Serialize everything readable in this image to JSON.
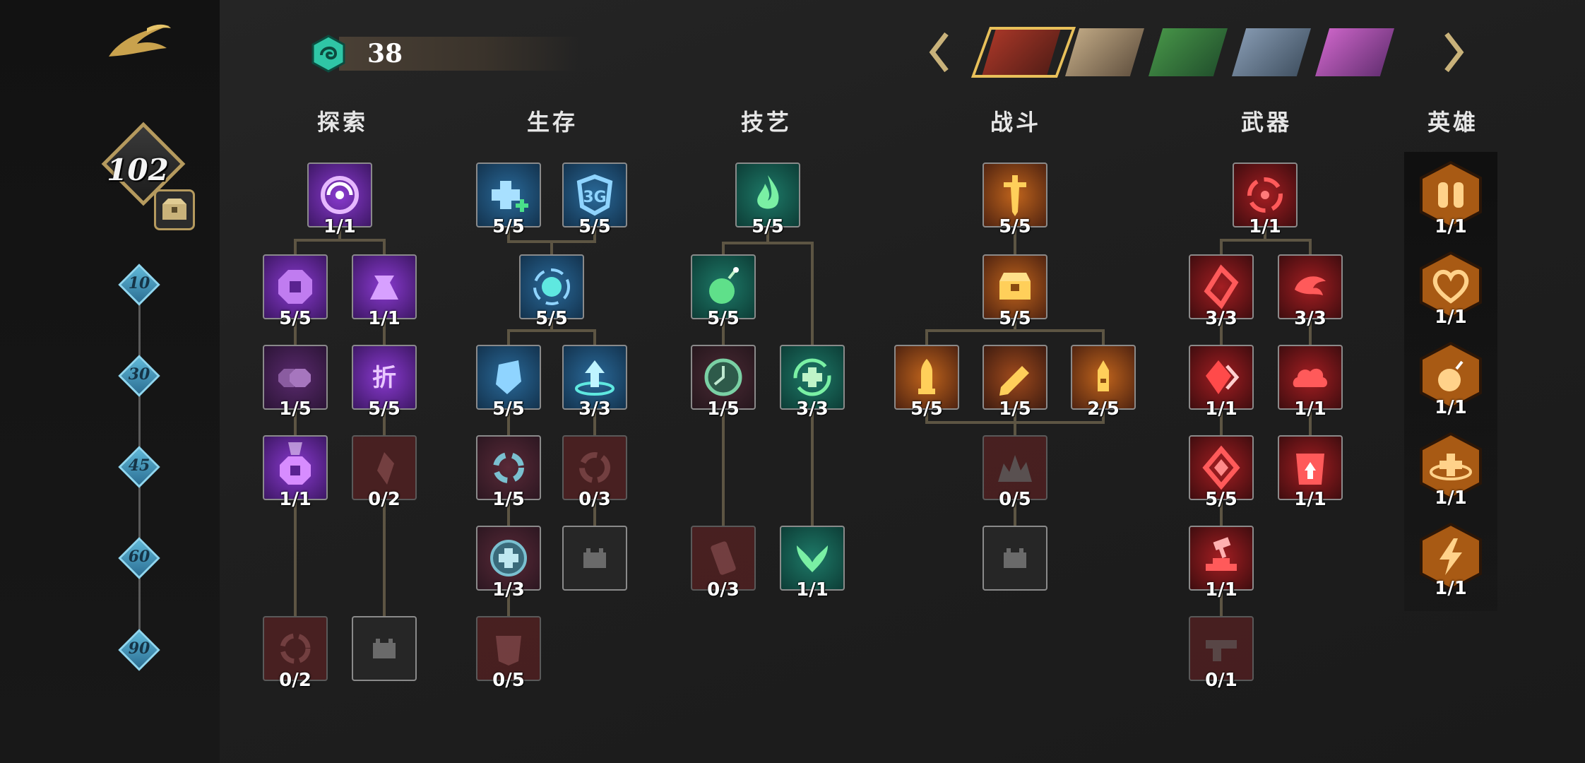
{
  "level": "102",
  "currency": "38",
  "milestones": [
    "10",
    "30",
    "45",
    "60",
    "90"
  ],
  "categories": [
    "探索",
    "生存",
    "技艺",
    "战斗",
    "武器",
    "英雄"
  ],
  "colors": {
    "purple": "#6a2b9e",
    "blue": "#1f4f74",
    "teal": "#1a5a52",
    "orange": "#a0521a",
    "red": "#8e1a1e",
    "dim_red": "#5e2324",
    "locked": "#2a2a2a",
    "gold": "#e8c05a",
    "milestone": "#5fb8d8"
  },
  "nodes": {
    "explore": [
      "1/1",
      "5/5",
      "1/1",
      "1/5",
      "5/5",
      "1/1",
      "0/2",
      "0/2"
    ],
    "survive": [
      "5/5",
      "5/5",
      "5/5",
      "5/5",
      "3/3",
      "1/5",
      "0/3",
      "1/3",
      "0/5"
    ],
    "craft": [
      "5/5",
      "5/5",
      "1/5",
      "3/3",
      "0/3",
      "1/1"
    ],
    "combat": [
      "5/5",
      "5/5",
      "5/5",
      "1/5",
      "2/5",
      "0/5"
    ],
    "weapon": [
      "1/1",
      "3/3",
      "3/3",
      "1/1",
      "1/1",
      "5/5",
      "1/1",
      "1/1",
      "0/1"
    ],
    "hero": [
      "1/1",
      "1/1",
      "1/1",
      "1/1",
      "1/1"
    ]
  },
  "icons": {
    "logo": "swoosh-logo-icon",
    "gem": "gem-icon",
    "chest": "chest-icon",
    "prev": "arrow-left-icon",
    "next": "arrow-right-icon"
  }
}
